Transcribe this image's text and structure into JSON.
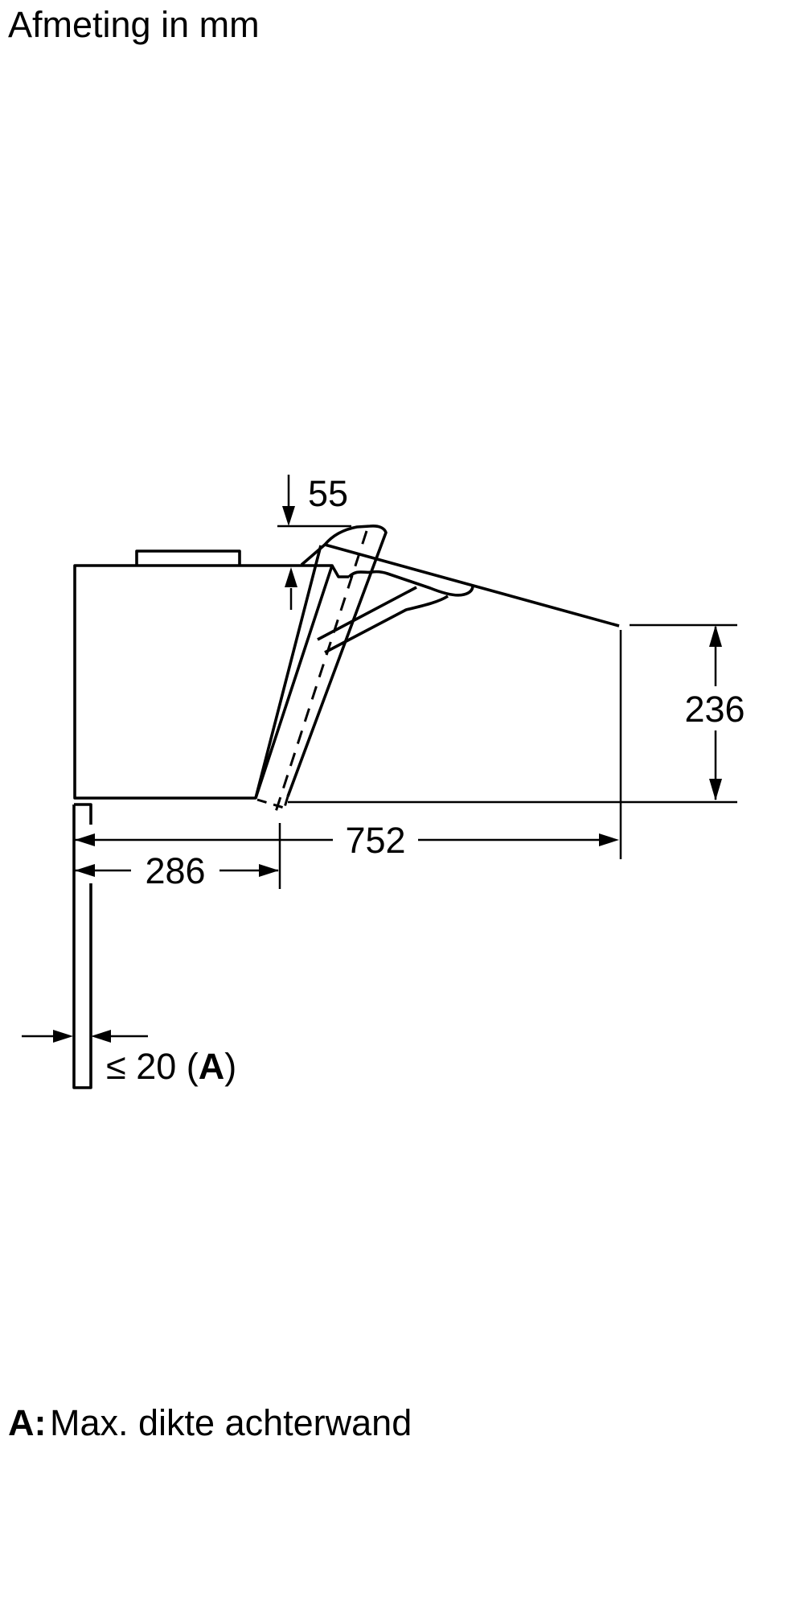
{
  "title": "Afmeting in mm",
  "dimensions": {
    "screen_top_offset": "55",
    "front_height": "236",
    "total_depth": "752",
    "body_depth": "286",
    "wall_prefix": "≤ 20 (",
    "wall_key": "A",
    "wall_suffix": ")"
  },
  "legend": {
    "key": "A:",
    "text": "Max. dikte achterwand"
  },
  "colors": {
    "line": "#000000",
    "background": "#ffffff"
  }
}
